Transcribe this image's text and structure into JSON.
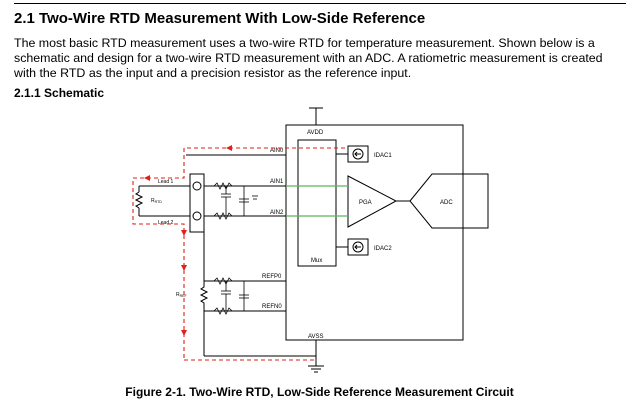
{
  "section": {
    "heading": "2.1 Two-Wire RTD Measurement With Low-Side Reference",
    "paragraph": "The most basic RTD measurement uses a two-wire RTD for temperature measurement. Shown below is a schematic and design for a two-wire RTD measurement with an ADC. A ratiometric measurement is created with the RTD as the input and a precision resistor as the reference input.",
    "subheading": "2.1.1 Schematic"
  },
  "schematic": {
    "labels": {
      "avdd": "AVDD",
      "avss": "AVSS",
      "ain0": "AIN0",
      "ain1": "AIN1",
      "ain2": "AIN2",
      "refp0": "REFP0",
      "refn0": "REFN0",
      "idac1": "IDAC1",
      "idac2": "IDAC2",
      "pga": "PGA",
      "adc": "ADC",
      "mux": "Mux",
      "lead1": "Lead 1",
      "lead2": "Lead 2",
      "rrtd": "R",
      "rrtd_sub": "RTD",
      "rref": "R",
      "rref_sub": "REF"
    },
    "colors": {
      "wire": "#000000",
      "current_path": "#e0201b",
      "green_signal": "#5cb85c"
    }
  },
  "caption": "Figure 2-1. Two-Wire RTD, Low-Side Reference Measurement Circuit"
}
